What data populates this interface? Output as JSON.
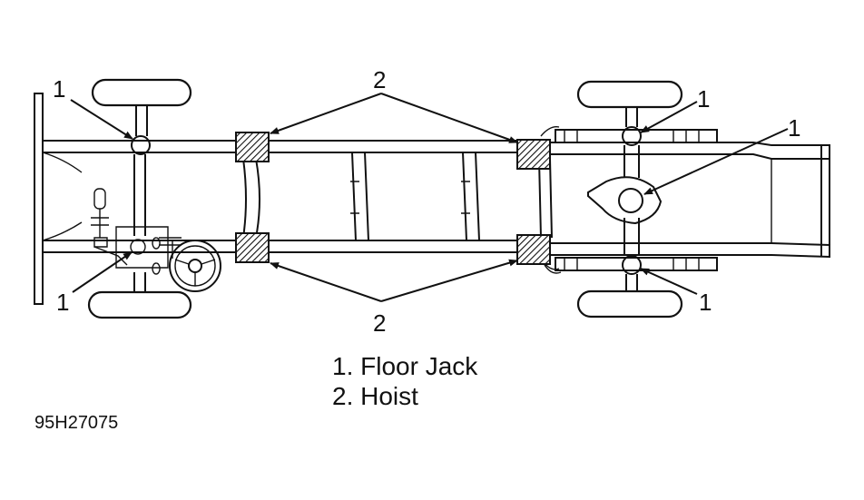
{
  "callouts": {
    "floor_jack_number": "1",
    "hoist_number": "2"
  },
  "legend": [
    {
      "text": "1. Floor Jack"
    },
    {
      "text": "2. Hoist"
    }
  ],
  "figure_code": "95H27075"
}
